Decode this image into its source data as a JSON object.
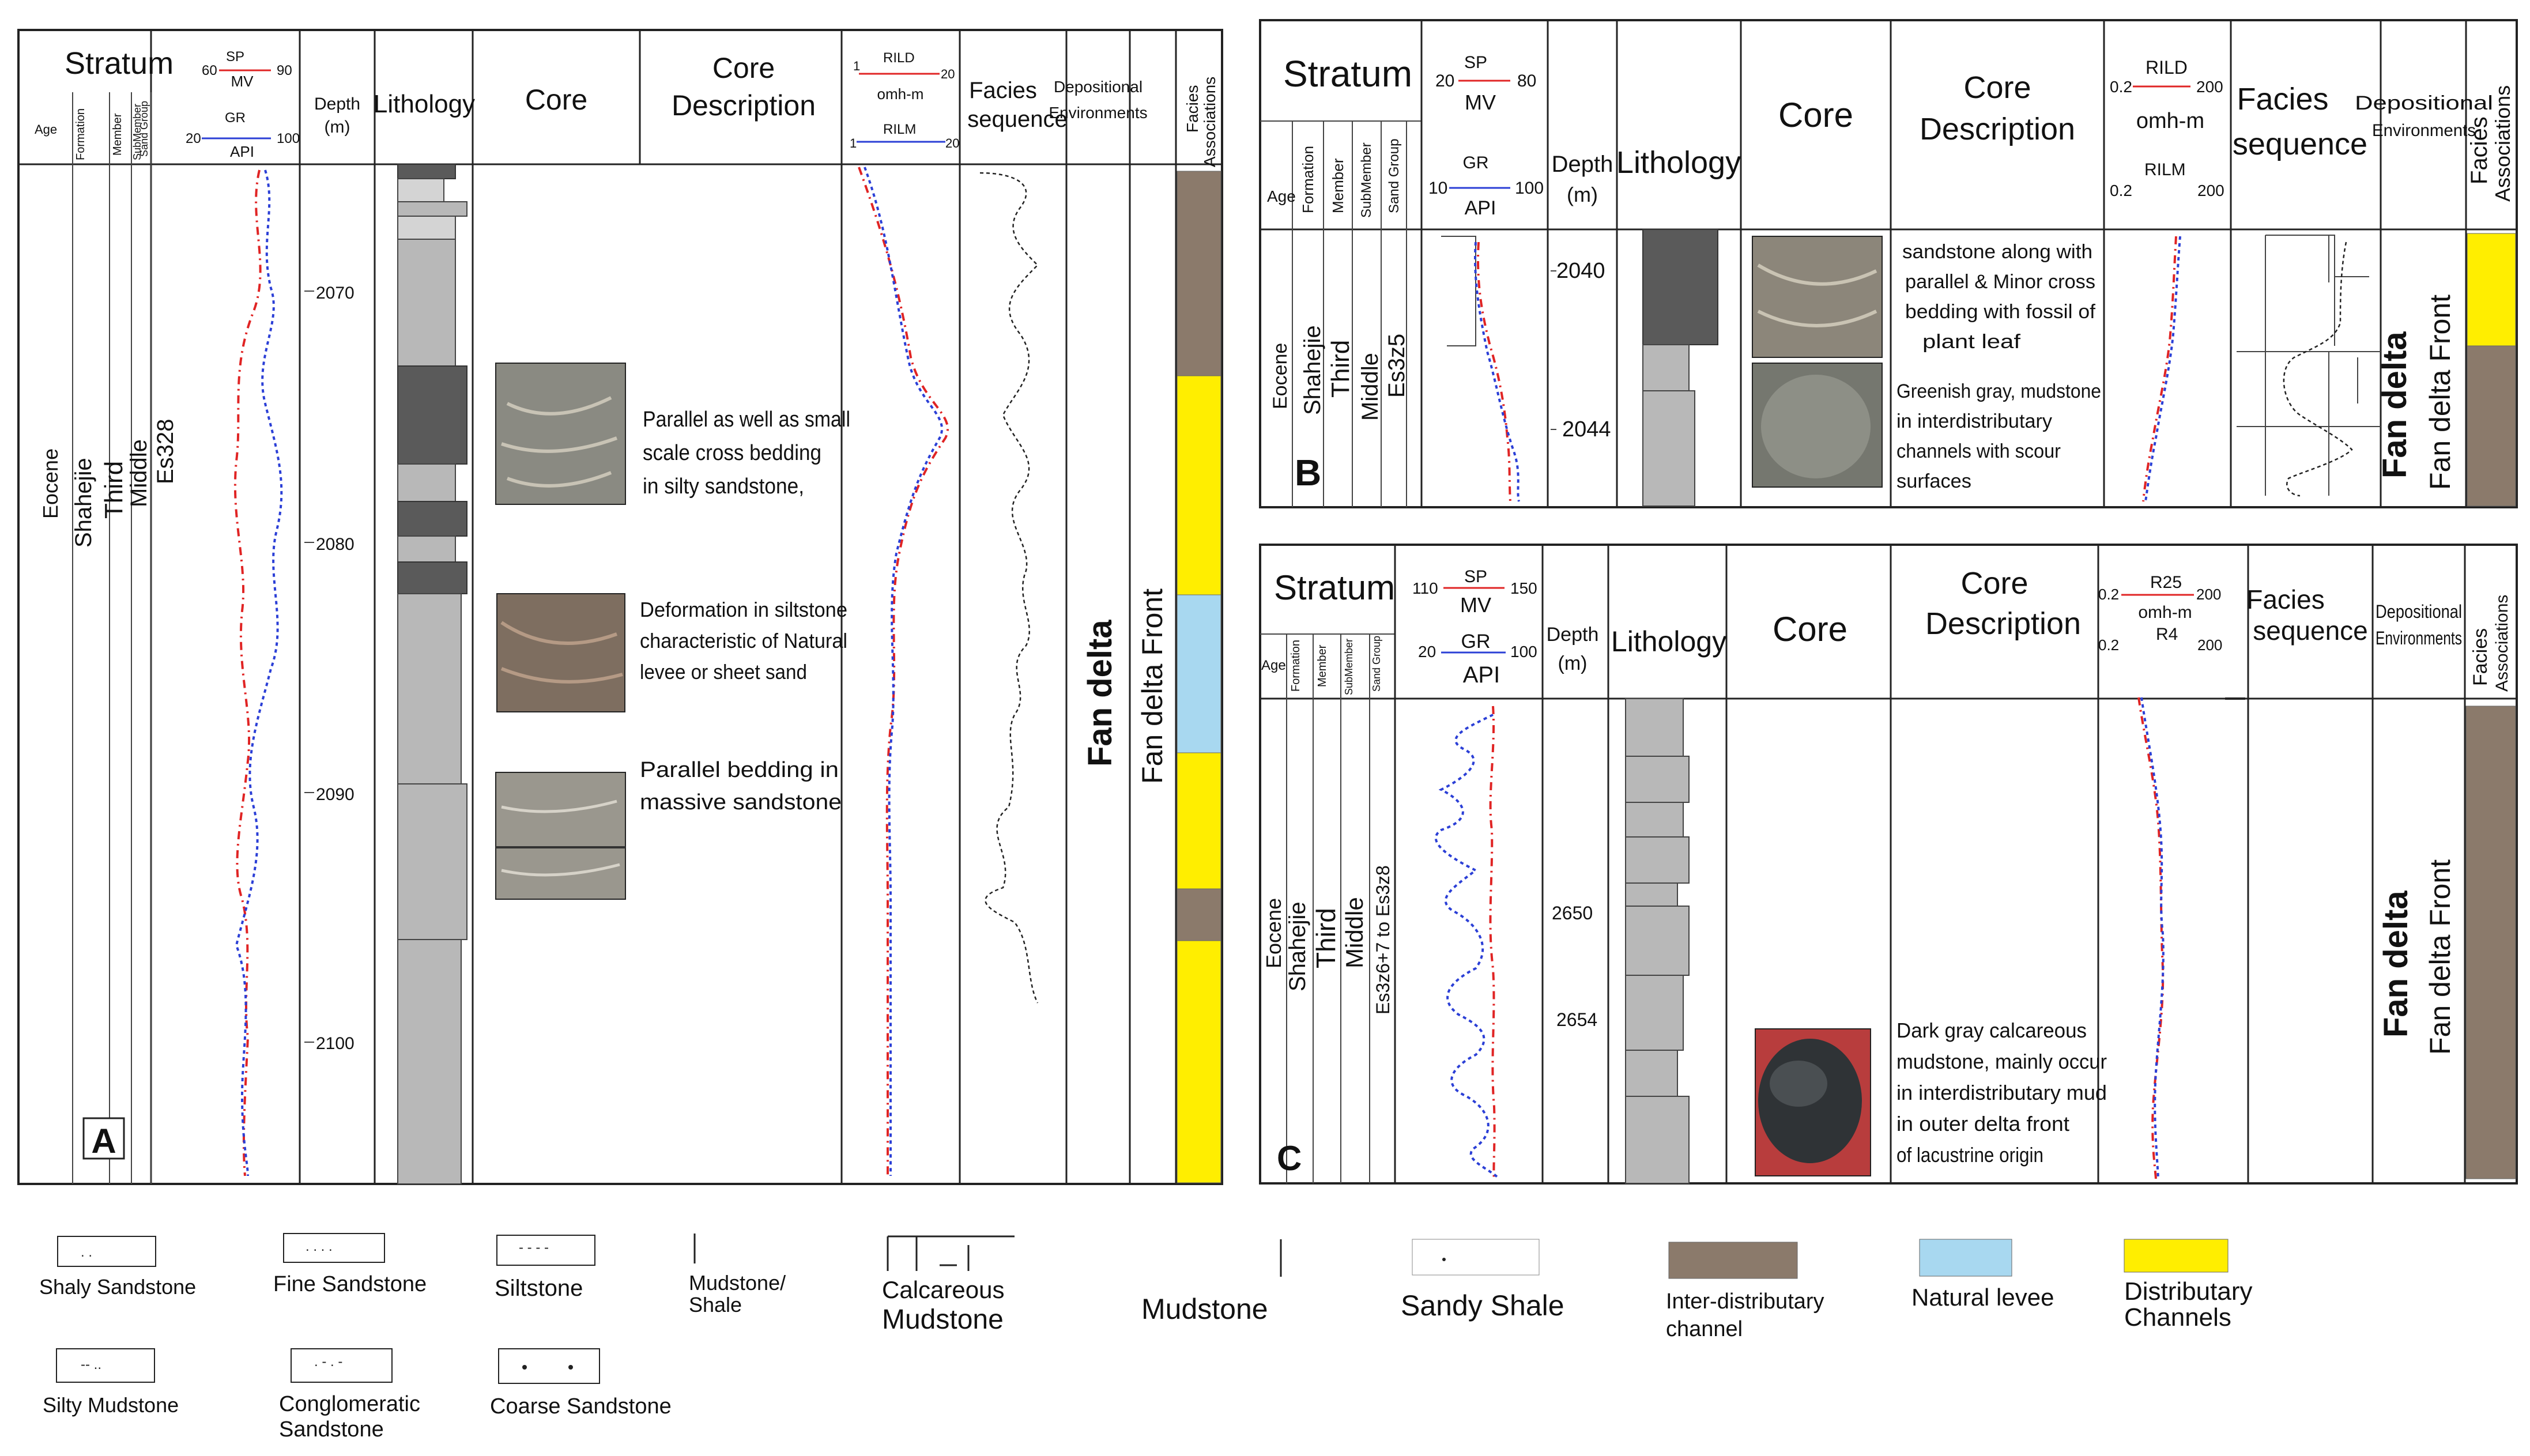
{
  "colors": {
    "inter_distributary": "#8b7a6b",
    "natural_levee": "#a8d8f0",
    "distributary": "#ffee00",
    "sp_curve": "#e02424",
    "gr_curve": "#2b3fd6"
  },
  "panelA": {
    "letter": "A",
    "stratum": "Stratum",
    "sp_min": "60",
    "sp_max": "90",
    "sp_label": "SP",
    "sp_unit": "MV",
    "gr_min": "20",
    "gr_max": "100",
    "gr_label": "GR",
    "gr_unit": "API",
    "col_age": "Age",
    "col_formation": "Formation",
    "col_member": "Member",
    "col_submember": "SubMember",
    "col_sandgroup": "Sand Group",
    "depth_title": "Depth",
    "depth_unit": "(m)",
    "lithology": "Lithology",
    "core": "Core",
    "core_desc_1": "Core",
    "core_desc_2": "Description",
    "rild_label": "RILD",
    "rild_min": "1",
    "rild_max": "20",
    "res_unit": "omh-m",
    "rilm_label": "RILM",
    "rilm_min": "1",
    "rilm_max": "20",
    "facies_1": "Facies",
    "facies_2": "sequence",
    "dep_1": "Depositional",
    "dep_2": "Environments",
    "assoc_1": "Facies",
    "assoc_2": "Associations",
    "age": "Eocene",
    "formation": "Shahejie",
    "member": "Third",
    "submember": "Middle",
    "sandgroup": "Es328",
    "depths": [
      "2070",
      "2080",
      "2090",
      "2100"
    ],
    "desc1": [
      "Parallel as well as small",
      "scale cross bedding",
      "in silty sandstone,"
    ],
    "desc2": [
      "Deformation in siltstone",
      "characteristic of Natural",
      "levee or sheet sand"
    ],
    "desc3": [
      "Parallel bedding in",
      "massive sandstone"
    ],
    "env": "Fan delta",
    "assoc": "Fan delta Front"
  },
  "panelB": {
    "letter": "B",
    "stratum": "Stratum",
    "sp_label": "SP",
    "sp_min": "20",
    "sp_max": "80",
    "sp_unit": "MV",
    "gr_label": "GR",
    "gr_min": "10",
    "gr_max": "100",
    "gr_unit": "API",
    "col_age": "Age",
    "col_formation": "Formation",
    "col_member": "Member",
    "col_submember": "SubMember",
    "col_sandgroup": "Sand Group",
    "depth_title": "Depth",
    "depth_unit": "(m)",
    "lithology": "Lithology",
    "core": "Core",
    "core_desc_1": "Core",
    "core_desc_2": "Description",
    "rild_label": "RILD",
    "rild_min": "0.2",
    "rild_max": "200",
    "res_unit": "omh-m",
    "rilm_label": "RILM",
    "rilm_min": "0.2",
    "rilm_max": "200",
    "facies_1": "Facies",
    "facies_2": "sequence",
    "dep_1": "Depositional",
    "dep_2": "Environments",
    "assoc_1": "Facies",
    "assoc_2": "Associations",
    "age": "Eocene",
    "formation": "Shahejie",
    "member": "Third",
    "submember": "Middle",
    "sandgroup": "Es3z5",
    "depths": [
      "2040",
      "2044"
    ],
    "desc1": [
      "sandstone along with",
      "parallel & Minor cross",
      "bedding with fossil of",
      "plant leaf"
    ],
    "desc2": [
      "Greenish gray, mudstone",
      "in interdistributary",
      "channels with scour",
      "surfaces"
    ],
    "env": "Fan delta",
    "assoc": "Fan delta Front"
  },
  "panelC": {
    "letter": "C",
    "stratum": "Stratum",
    "sp_label": "SP",
    "sp_min": "110",
    "sp_max": "150",
    "sp_unit": "MV",
    "gr_label": "GR",
    "gr_min": "20",
    "gr_max": "100",
    "gr_unit": "API",
    "col_age": "Age",
    "col_formation": "Formation",
    "col_member": "Member",
    "col_submember": "SubMember",
    "col_sandgroup": "Sand Group",
    "depth_title": "Depth",
    "depth_unit": "(m)",
    "lithology": "Lithology",
    "core": "Core",
    "core_desc_1": "Core",
    "core_desc_2": "Description",
    "r25_label": "R25",
    "r25_min": "0.2",
    "r25_max": "200",
    "res_unit": "omh-m",
    "r4_label": "R4",
    "r4_min": "0.2",
    "r4_max": "200",
    "facies_1": "Facies",
    "facies_2": "sequence",
    "dep_1": "Depositional",
    "dep_2": "Environments",
    "assoc_1": "Facies",
    "assoc_2": "Associations",
    "age": "Eocene",
    "formation": "Shahejie",
    "member": "Third",
    "submember": "Middle",
    "sandgroup": "Es3z6+7 to Es3z8",
    "depths": [
      "2650",
      "2654"
    ],
    "desc1": [
      "Dark gray calcareous",
      "mudstone, mainly occur",
      "in interdistributary mud",
      "in outer delta front",
      "of lacustrine origin"
    ],
    "env": "Fan delta",
    "assoc": "Fan delta Front"
  },
  "legend": {
    "shaly_sandstone": "Shaly Sandstone",
    "fine_sandstone": "Fine Sandstone",
    "siltstone": "Siltstone",
    "mudstone_shale_1": "Mudstone/",
    "mudstone_shale_2": "Shale",
    "calcareous_1": "Calcareous",
    "calcareous_2": "Mudstone",
    "mudstone": "Mudstone",
    "sandy_shale": "Sandy Shale",
    "inter_1": "Inter-distributary",
    "inter_2": "channel",
    "natural_levee": "Natural levee",
    "distributary_1": "Distributary",
    "distributary_2": "Channels",
    "silty_mudstone": "Silty Mudstone",
    "conglomeratic_1": "Conglomeratic",
    "conglomeratic_2": "Sandstone",
    "coarse_sandstone": "Coarse Sandstone"
  }
}
